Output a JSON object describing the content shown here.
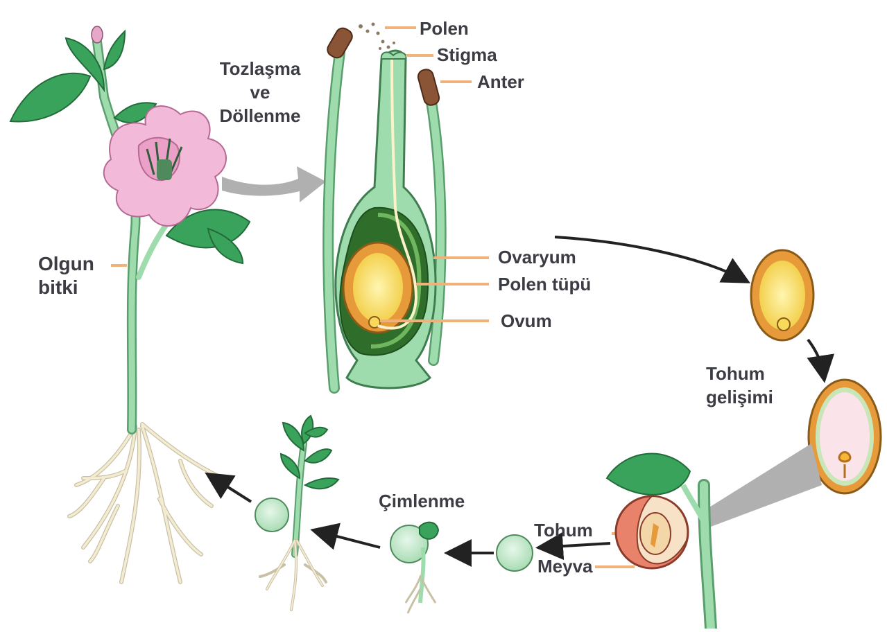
{
  "labels": {
    "polen": "Polen",
    "stigma": "Stigma",
    "anter": "Anter",
    "tozlasma": [
      "Tozlaşma",
      "ve",
      "Döllenme"
    ],
    "olgun": [
      "Olgun",
      "bitki"
    ],
    "ovaryum": "Ovaryum",
    "polen_tupu": "Polen tüpü",
    "ovum": "Ovum",
    "tohum_gelisimi": [
      "Tohum",
      "gelişimi"
    ],
    "cimlenme": "Çimlenme",
    "tohum": "Tohum",
    "meyva": "Meyva"
  },
  "colors": {
    "stem_green": "#8ccf9a",
    "leaf_green": "#3aa35b",
    "petal_pink": "#f2b9d9",
    "ovary_dark": "#2e6e2a",
    "ovule_orange": "#e79a3a",
    "ovule_yellow": "#f8d95a",
    "label_line": "#f0b27a",
    "text": "#3c3c44",
    "arrow_gray": "#b0b0b0",
    "arrow_black": "#222222",
    "root_cream": "#f3ecd2",
    "fruit_red": "#e9826a"
  }
}
